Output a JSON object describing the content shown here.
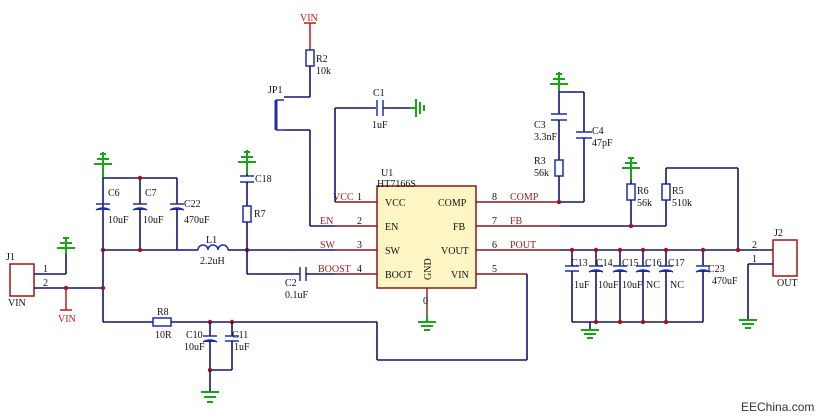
{
  "ic": {
    "ref": "U1",
    "part": "HT7166S",
    "pins_left": [
      {
        "name": "VCC",
        "num": "1",
        "net": "VCC"
      },
      {
        "name": "EN",
        "num": "2",
        "net": "EN"
      },
      {
        "name": "SW",
        "num": "3",
        "net": "SW"
      },
      {
        "name": "BOOT",
        "num": "4",
        "net": "BOOST"
      }
    ],
    "pins_right": [
      {
        "name": "COMP",
        "num": "8",
        "net": "COMP"
      },
      {
        "name": "FB",
        "num": "7",
        "net": "FB"
      },
      {
        "name": "VOUT",
        "num": "6",
        "net": "POUT"
      },
      {
        "name": "VIN",
        "num": "5",
        "net": ""
      }
    ],
    "gnd_label": "GND",
    "gnd_pin": "0"
  },
  "power_labels": {
    "vin_top": "VIN",
    "vin_j1": "VIN"
  },
  "connectors": {
    "j1": {
      "ref": "J1",
      "name": "VIN",
      "pin1": "1",
      "pin2": "2"
    },
    "j2": {
      "ref": "J2",
      "name": "OUT",
      "pin1": "1",
      "pin2": "2"
    },
    "jp1": {
      "ref": "JP1"
    }
  },
  "parts": {
    "r2": {
      "ref": "R2",
      "value": "10k"
    },
    "c1": {
      "ref": "C1",
      "value": "1uF"
    },
    "c3": {
      "ref": "C3",
      "value": "3.3nF"
    },
    "c4": {
      "ref": "C4",
      "value": "47pF"
    },
    "r3": {
      "ref": "R3",
      "value": "56k"
    },
    "r6": {
      "ref": "R6",
      "value": "56k"
    },
    "r5": {
      "ref": "R5",
      "value": "510k"
    },
    "c6": {
      "ref": "C6",
      "value": "10uF"
    },
    "c7": {
      "ref": "C7",
      "value": "10uF"
    },
    "c22": {
      "ref": "C22",
      "value": "470uF"
    },
    "c18": {
      "ref": "C18"
    },
    "r7": {
      "ref": "R7"
    },
    "l1": {
      "ref": "L1",
      "value": "2.2uH"
    },
    "c2": {
      "ref": "C2",
      "value": "0.1uF"
    },
    "r8": {
      "ref": "R8",
      "value": "10R"
    },
    "c10": {
      "ref": "C10",
      "value": "10uF"
    },
    "c11": {
      "ref": "C11",
      "value": "1uF"
    },
    "c13": {
      "ref": "C13",
      "value": "1uF"
    },
    "c14": {
      "ref": "C14",
      "value": "10uF"
    },
    "c15": {
      "ref": "C15",
      "value": "10uF"
    },
    "c16": {
      "ref": "C16",
      "value": "NC"
    },
    "c17": {
      "ref": "C17",
      "value": "NC"
    },
    "c23": {
      "ref": "C23",
      "value": "470uF"
    }
  },
  "watermark": "EEChina.com",
  "colors": {
    "wire": "#14146e",
    "component": "#1f2fa8",
    "ground": "#17a617",
    "power": "#c01818",
    "ic_fill": "#fdf5c4",
    "ic_border": "#8a1a1a",
    "net_label": "#9a1b1b"
  }
}
